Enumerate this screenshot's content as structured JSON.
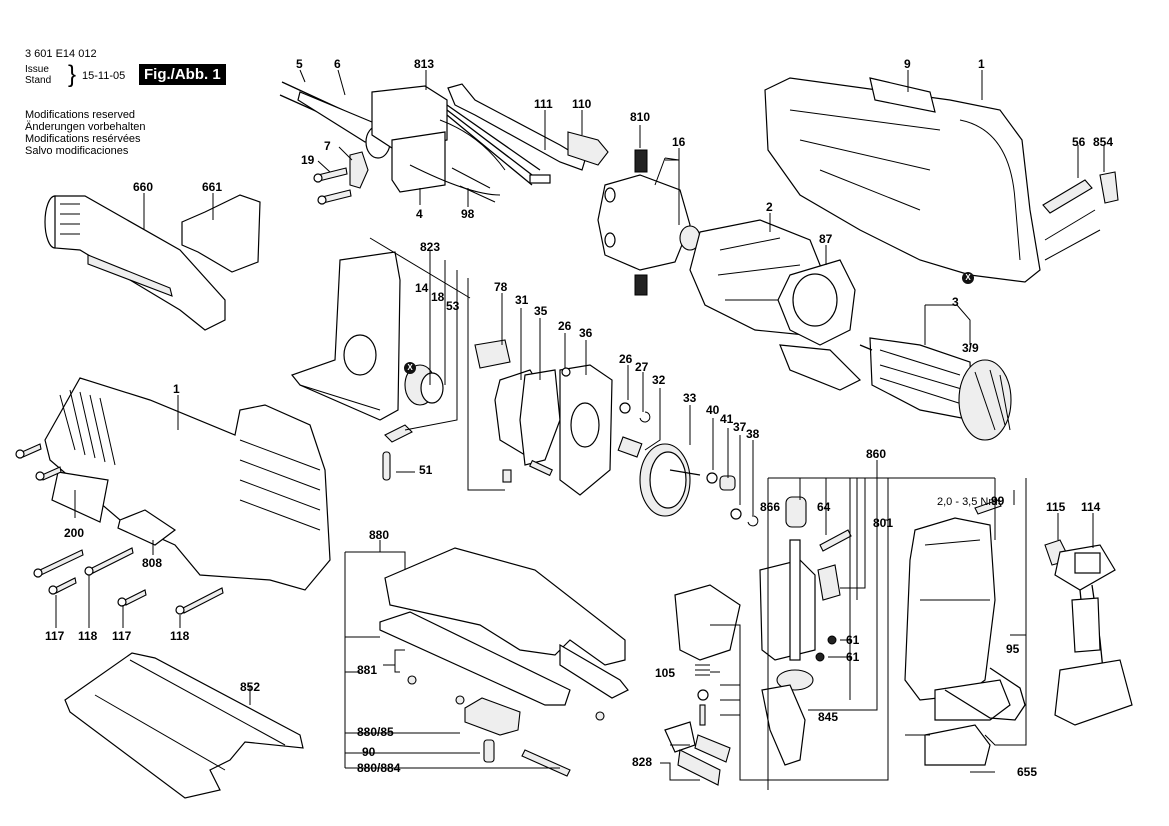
{
  "header": {
    "document_number": "3 601 E14 012",
    "issue_label_1": "Issue",
    "issue_label_2": "Stand",
    "issue_date": "15-11-05",
    "figure_label": "Fig./Abb. 1",
    "modifications": [
      "Modifications reserved",
      "Änderungen vorbehalten",
      "Modifications resérvées",
      "Salvo modificaciones"
    ]
  },
  "torque_note": "2,0 - 3,5 Nm",
  "marker_symbol": "X",
  "part_labels": {
    "p5": "5",
    "p6": "6",
    "p813": "813",
    "p111": "111",
    "p110": "110",
    "p7": "7",
    "p19": "19",
    "p4": "4",
    "p98": "98",
    "p810": "810",
    "p16": "16",
    "p2": "2",
    "p87": "87",
    "p9": "9",
    "p1_top": "1",
    "p56": "56",
    "p854": "854",
    "p660": "660",
    "p661": "661",
    "p823": "823",
    "p14": "14",
    "p18": "18",
    "p53": "53",
    "p51": "51",
    "p78": "78",
    "p31": "31",
    "p35": "35",
    "p26a": "26",
    "p36": "36",
    "p26b": "26",
    "p27": "27",
    "p32": "32",
    "p33": "33",
    "p40": "40",
    "p41": "41",
    "p37": "37",
    "p38": "38",
    "p3": "3",
    "p3_9": "3/9",
    "p1_left": "1",
    "p200": "200",
    "p808": "808",
    "p117a": "117",
    "p118a": "118",
    "p117b": "117",
    "p118b": "118",
    "p852": "852",
    "p880": "880",
    "p881": "881",
    "p880_85": "880/85",
    "p90": "90",
    "p880_884": "880/884",
    "p860": "860",
    "p866": "866",
    "p64": "64",
    "p801": "801",
    "p99": "99",
    "p61a": "61",
    "p61b": "61",
    "p105": "105",
    "p845": "845",
    "p828": "828",
    "p95": "95",
    "p655": "655",
    "p115": "115",
    "p114": "114"
  }
}
